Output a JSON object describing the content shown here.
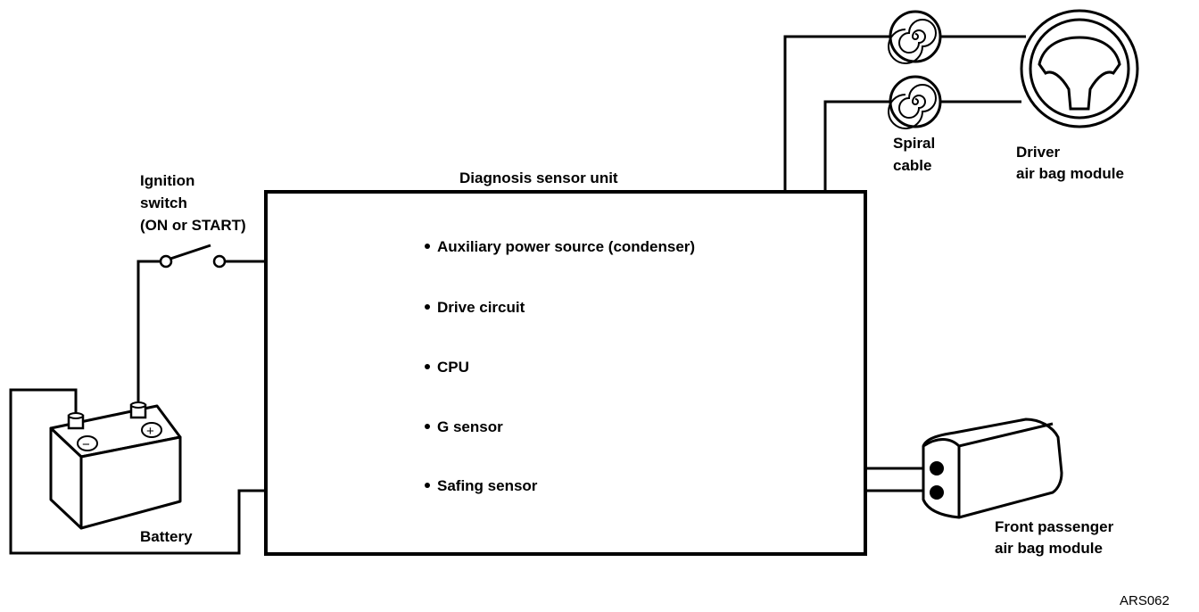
{
  "labels": {
    "diagnosis_unit_title": "Diagnosis sensor unit",
    "ignition_line1": "Ignition",
    "ignition_line2": "switch",
    "ignition_line3": "(ON or START)",
    "battery": "Battery",
    "spiral_line1": "Spiral",
    "spiral_line2": "cable",
    "driver_line1": "Driver",
    "driver_line2": "air bag module",
    "passenger_line1": "Front passenger",
    "passenger_line2": "air bag module",
    "figure_code": "ARS062"
  },
  "unit_items": [
    "Auxiliary power source (condenser)",
    "Drive circuit",
    "CPU",
    "G sensor",
    "Safing sensor"
  ],
  "battery_terminals": {
    "negative": "−",
    "positive": "+"
  },
  "icons": [
    "battery-icon",
    "ignition-switch-icon",
    "spiral-cable-icon",
    "steering-wheel-icon",
    "passenger-airbag-module-icon"
  ]
}
